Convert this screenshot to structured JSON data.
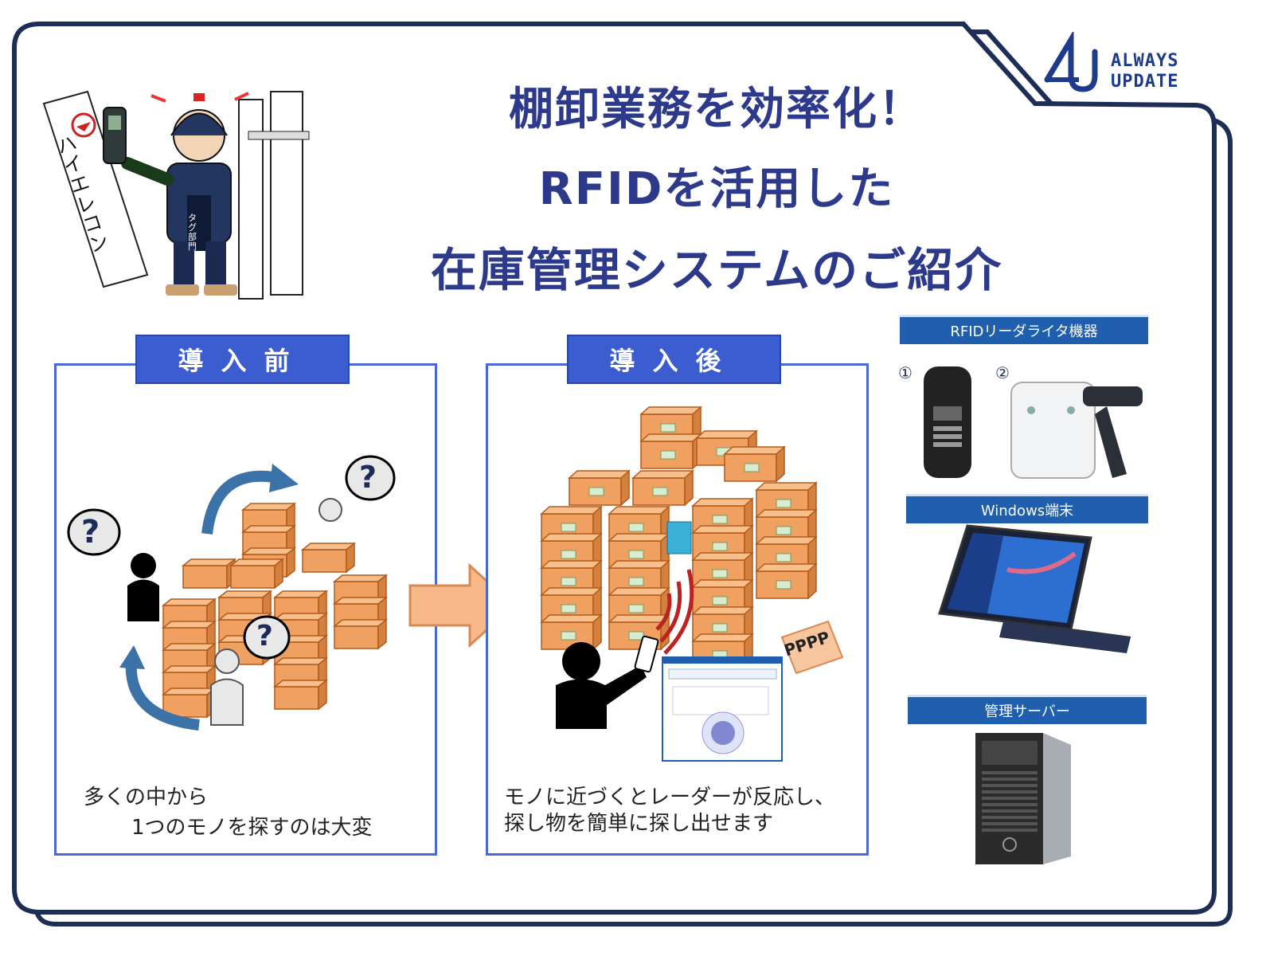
{
  "brand": {
    "logo_text_line1": "ALWAYS",
    "logo_text_line2": "UPDATE",
    "accent_color": "#1e3a8a"
  },
  "title": {
    "line1": "棚卸業務を効率化！",
    "line2": "RFIDを活用した",
    "line3": "在庫管理システムのご紹介"
  },
  "mascot": {
    "banner_text": "ハイエレコン",
    "apron_text": "タグ部門"
  },
  "before": {
    "tab_label": "導入前",
    "caption_line1": "多くの中から",
    "caption_line2": "1つのモノを探すのは大変",
    "question_mark": "?"
  },
  "after": {
    "tab_label": "導入後",
    "caption_line1": "モノに近づくとレーダーが反応し、",
    "caption_line2": "探し物を簡単に探し出せます",
    "tag_text": "PPPP"
  },
  "devices": {
    "reader_header": "RFIDリーダライタ機器",
    "reader_1_label": "①",
    "reader_2_label": "②",
    "windows_header": "Windows端末",
    "server_header": "管理サーバー"
  },
  "colors": {
    "box_orange": "#f0a060",
    "box_border": "#b35a1a",
    "tab_blue": "#3c5dd0",
    "frame_navy": "#1c2e55"
  }
}
